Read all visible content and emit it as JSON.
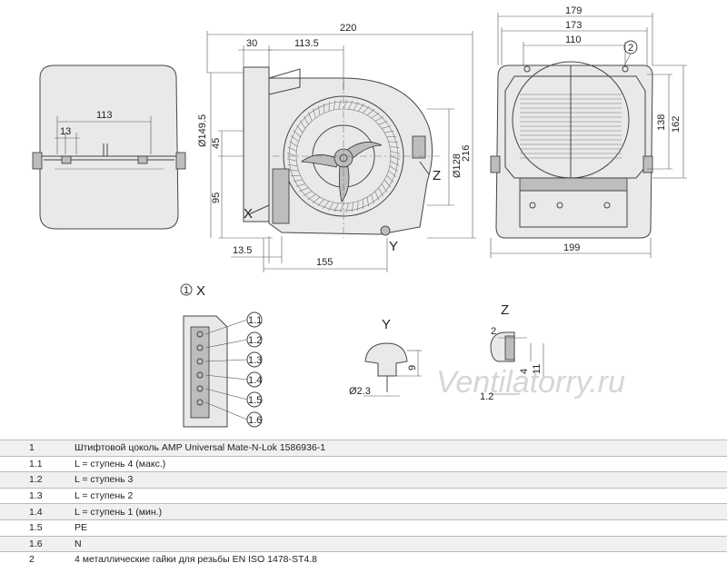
{
  "dimensions": {
    "w113": "113",
    "w13": "13",
    "w30": "30",
    "w220": "220",
    "w113_5": "113.5",
    "d149_5": "Ø149.5",
    "h45": "45",
    "h95": "95",
    "w13_5": "13.5",
    "w155": "155",
    "d128": "Ø128",
    "h216": "216",
    "w179": "179",
    "w173": "173",
    "w110": "110",
    "n2": "2",
    "h138": "138",
    "h162": "162",
    "w199": "199",
    "y_h9": "9",
    "y_d2_3": "Ø2.3",
    "z_w2": "2",
    "z_h4": "4",
    "z_h11": "11",
    "z_w1_2": "1.2"
  },
  "views": {
    "x_mark": "X",
    "y_mark": "Y",
    "z_mark": "Z",
    "detail_num": "1",
    "detail_x": "X",
    "detail_y": "Y",
    "detail_z": "Z"
  },
  "pins": [
    "1.1",
    "1.2",
    "1.3",
    "1.4",
    "1.5",
    "1.6"
  ],
  "watermark": "Ventilatorry.ru",
  "legend": [
    {
      "key": "1",
      "text": "Штифтовой цоколь AMP Universal Mate-N-Lok 1586936-1"
    },
    {
      "key": "1.1",
      "text": "L = ступень 4 (макс.)"
    },
    {
      "key": "1.2",
      "text": "L = ступень 3"
    },
    {
      "key": "1.3",
      "text": "L = ступень 2"
    },
    {
      "key": "1.4",
      "text": "L = ступень 1 (мин.)"
    },
    {
      "key": "1.5",
      "text": "PE"
    },
    {
      "key": "1.6",
      "text": "N"
    },
    {
      "key": "2",
      "text": "4 металлические гайки для резьбы EN ISO 1478-ST4.8"
    }
  ]
}
